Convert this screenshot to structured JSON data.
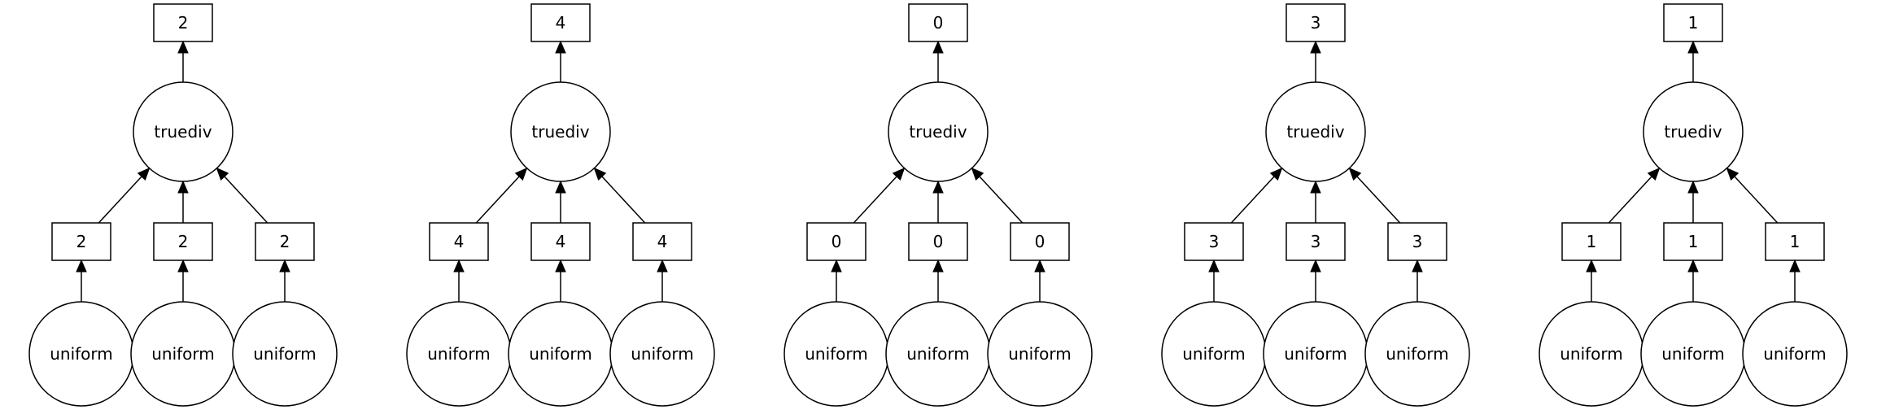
{
  "graphs": [
    {
      "output_label": "2",
      "op_label": "truediv",
      "chunk_labels": [
        "2",
        "2",
        "2"
      ],
      "source_labels": [
        "uniform",
        "uniform",
        "uniform"
      ]
    },
    {
      "output_label": "4",
      "op_label": "truediv",
      "chunk_labels": [
        "4",
        "4",
        "4"
      ],
      "source_labels": [
        "uniform",
        "uniform",
        "uniform"
      ]
    },
    {
      "output_label": "0",
      "op_label": "truediv",
      "chunk_labels": [
        "0",
        "0",
        "0"
      ],
      "source_labels": [
        "uniform",
        "uniform",
        "uniform"
      ]
    },
    {
      "output_label": "3",
      "op_label": "truediv",
      "chunk_labels": [
        "3",
        "3",
        "3"
      ],
      "source_labels": [
        "uniform",
        "uniform",
        "uniform"
      ]
    },
    {
      "output_label": "1",
      "op_label": "truediv",
      "chunk_labels": [
        "1",
        "1",
        "1"
      ],
      "source_labels": [
        "uniform",
        "uniform",
        "uniform"
      ]
    }
  ]
}
